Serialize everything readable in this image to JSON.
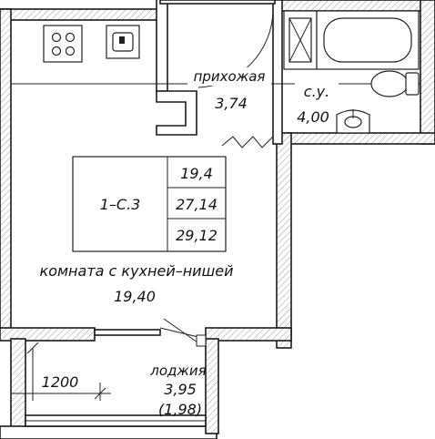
{
  "unit_box": {
    "code": "1–С.3",
    "living_area": "19,4",
    "total_area": "27,14",
    "total_with_loggia": "29,12"
  },
  "rooms": {
    "hallway": {
      "name": "прихожая",
      "area": "3,74"
    },
    "bathroom": {
      "name": "с.у.",
      "area": "4,00"
    },
    "main_room": {
      "name": "комната с кухней–нишей",
      "area": "19,40"
    },
    "loggia": {
      "name": "лоджия",
      "area": "3,95",
      "reduced_area": "(1,98)"
    }
  },
  "dimensions": {
    "loggia_depth": "1200"
  }
}
